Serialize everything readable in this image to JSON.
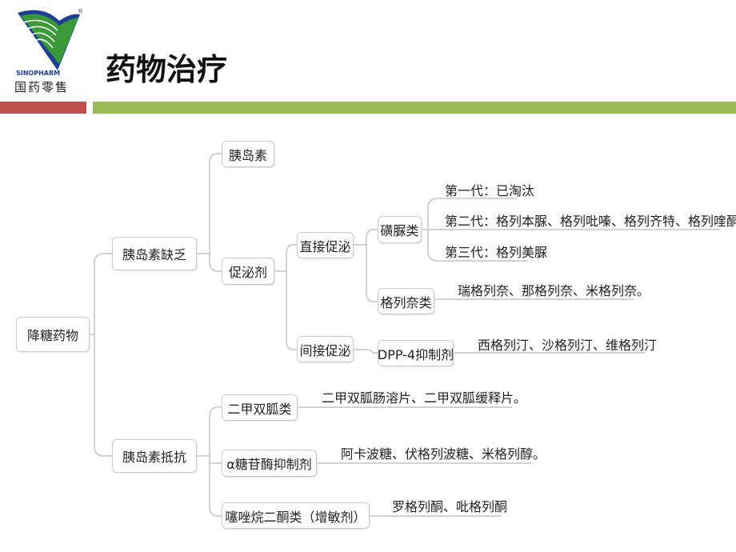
{
  "header": {
    "title": "药物治疗",
    "logo_text": "国药零售",
    "logo_brand": "SINOPHARM"
  },
  "tree": {
    "root": "降糖药物",
    "insulin_deficiency": "胰岛素缺乏",
    "insulin_resistance": "胰岛素抵抗",
    "insulin": "胰岛素",
    "secretagogue": "促泌剂",
    "direct": "直接促泌",
    "indirect": "间接促泌",
    "sulfonylurea": "磺脲类",
    "glinide": "格列奈类",
    "dpp4": "DPP-4抑制剂",
    "biguanide": "二甲双胍类",
    "agi": "α糖苷酶抑制剂",
    "tzd": "噻唑烷二酮类（增敏剂）",
    "gen1": "第一代：已淘汰",
    "gen2": "第二代：格列本脲、格列吡嗪、格列齐特、格列喹酮",
    "gen3": "第三代：格列美脲",
    "glinide_drugs": "瑞格列奈、那格列奈、米格列奈。",
    "dpp4_drugs": "西格列汀、沙格列汀、维格列汀",
    "biguanide_drugs": "二甲双胍肠溶片、二甲双胍缓释片。",
    "agi_drugs": "阿卡波糖、伏格列波糖、米格列醇。",
    "tzd_drugs": "罗格列酮、吡格列酮"
  }
}
